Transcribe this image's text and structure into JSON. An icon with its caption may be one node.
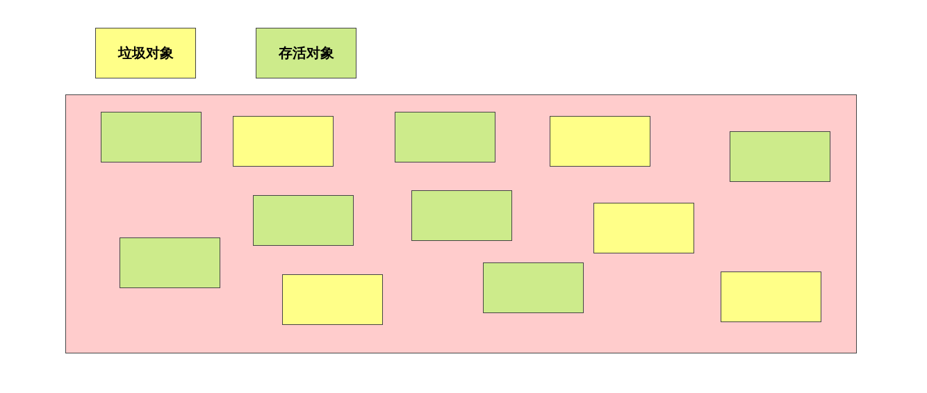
{
  "diagram": {
    "nodes": [
      {
        "text": [],
        "shape": "box"
      },
      {
        "text": [],
        "shape": "box",
        "in": 0
      },
      {
        "text": [],
        "shape": "box",
        "in": 0
      },
      {
        "text": [],
        "shape": "box",
        "in": 0
      },
      {
        "text": [],
        "shape": "box",
        "in": 0
      },
      {
        "text": [],
        "shape": "box",
        "in": 0
      },
      {
        "text": [],
        "shape": "box",
        "in": 0
      },
      {
        "text": [],
        "shape": "box",
        "in": 0
      },
      {
        "text": [],
        "shape": "box",
        "in": 0
      },
      {
        "text": [],
        "shape": "box",
        "in": 0
      },
      {
        "text": [],
        "shape": "box",
        "in": 0
      },
      {
        "text": [],
        "shape": "box",
        "in": 0
      },
      {
        "text": [],
        "shape": "box",
        "in": 0
      }
    ],
    "legend": [
      {
        "text": "垃圾对象",
        "color": "#ffff88"
      },
      {
        "text": "存活对象",
        "color": "#cdeb8b"
      }
    ]
  }
}
